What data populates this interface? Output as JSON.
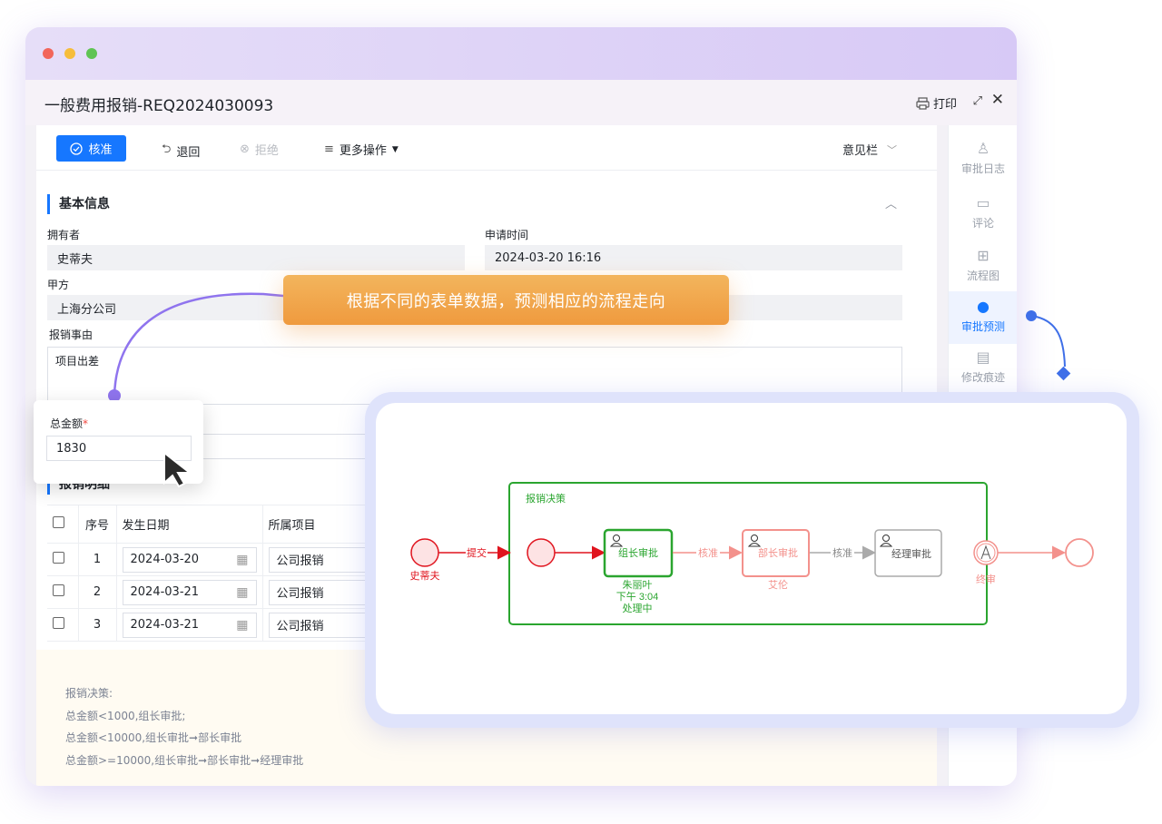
{
  "window": {
    "title": "一般费用报销-REQ2024030093",
    "print_label": "打印"
  },
  "toolbar": {
    "approve": "核准",
    "return": "退回",
    "reject": "拒绝",
    "more": "更多操作",
    "opinion": "意见栏"
  },
  "basic": {
    "section_title": "基本信息",
    "owner_label": "拥有者",
    "owner_value": "史蒂夫",
    "apply_time_label": "申请时间",
    "apply_time_value": "2024-03-20 16:16",
    "party_label": "甲方",
    "party_value": "上海分公司",
    "reason_label": "报销事由",
    "reason_value": "项目出差"
  },
  "total": {
    "label": "总金额",
    "required_mark": "*",
    "value": "1830"
  },
  "detail": {
    "section_title": "报销明细",
    "columns": [
      "序号",
      "发生日期",
      "所属项目"
    ],
    "rows": [
      {
        "no": "1",
        "date": "2024-03-20",
        "project": "公司报销"
      },
      {
        "no": "2",
        "date": "2024-03-21",
        "project": "公司报销"
      },
      {
        "no": "3",
        "date": "2024-03-21",
        "project": "公司报销"
      }
    ]
  },
  "rules": {
    "title": "报销决策:",
    "line1": "总金额<1000,组长审批;",
    "line2": "总金额<10000,组长审批➞部长审批",
    "line3": "总金额>=10000,组长审批➞部长审批➞经理审批"
  },
  "sidebar": {
    "items": [
      {
        "label": "审批日志",
        "icon": "stamp-icon",
        "active": false
      },
      {
        "label": "评论",
        "icon": "comment-icon",
        "active": false
      },
      {
        "label": "流程图",
        "icon": "flowchart-icon",
        "active": false
      },
      {
        "label": "审批预测",
        "icon": "user-predict-icon",
        "active": true
      },
      {
        "label": "修改痕迹",
        "icon": "doc-trace-icon",
        "active": false
      }
    ]
  },
  "banner": {
    "text": "根据不同的表单数据，预测相应的流程走向"
  },
  "flow": {
    "start_label": "史蒂夫",
    "submit_label": "提交",
    "group_label": "报销决策",
    "node1": "组长审批",
    "node1_person": "朱丽叶",
    "node1_time": "下午 3:04",
    "node1_status": "处理中",
    "edge1": "核准",
    "node2": "部长审批",
    "node2_person": "艾伦",
    "edge2": "核准",
    "node3": "经理审批",
    "end_label": "终审"
  },
  "colors": {
    "primary": "#1677ff",
    "flow_green": "#2aa52f",
    "flow_red": "#e0141e",
    "flow_pink": "#f3918c",
    "banner": "#ef9f43",
    "connector_purple": "#8f74ee"
  }
}
